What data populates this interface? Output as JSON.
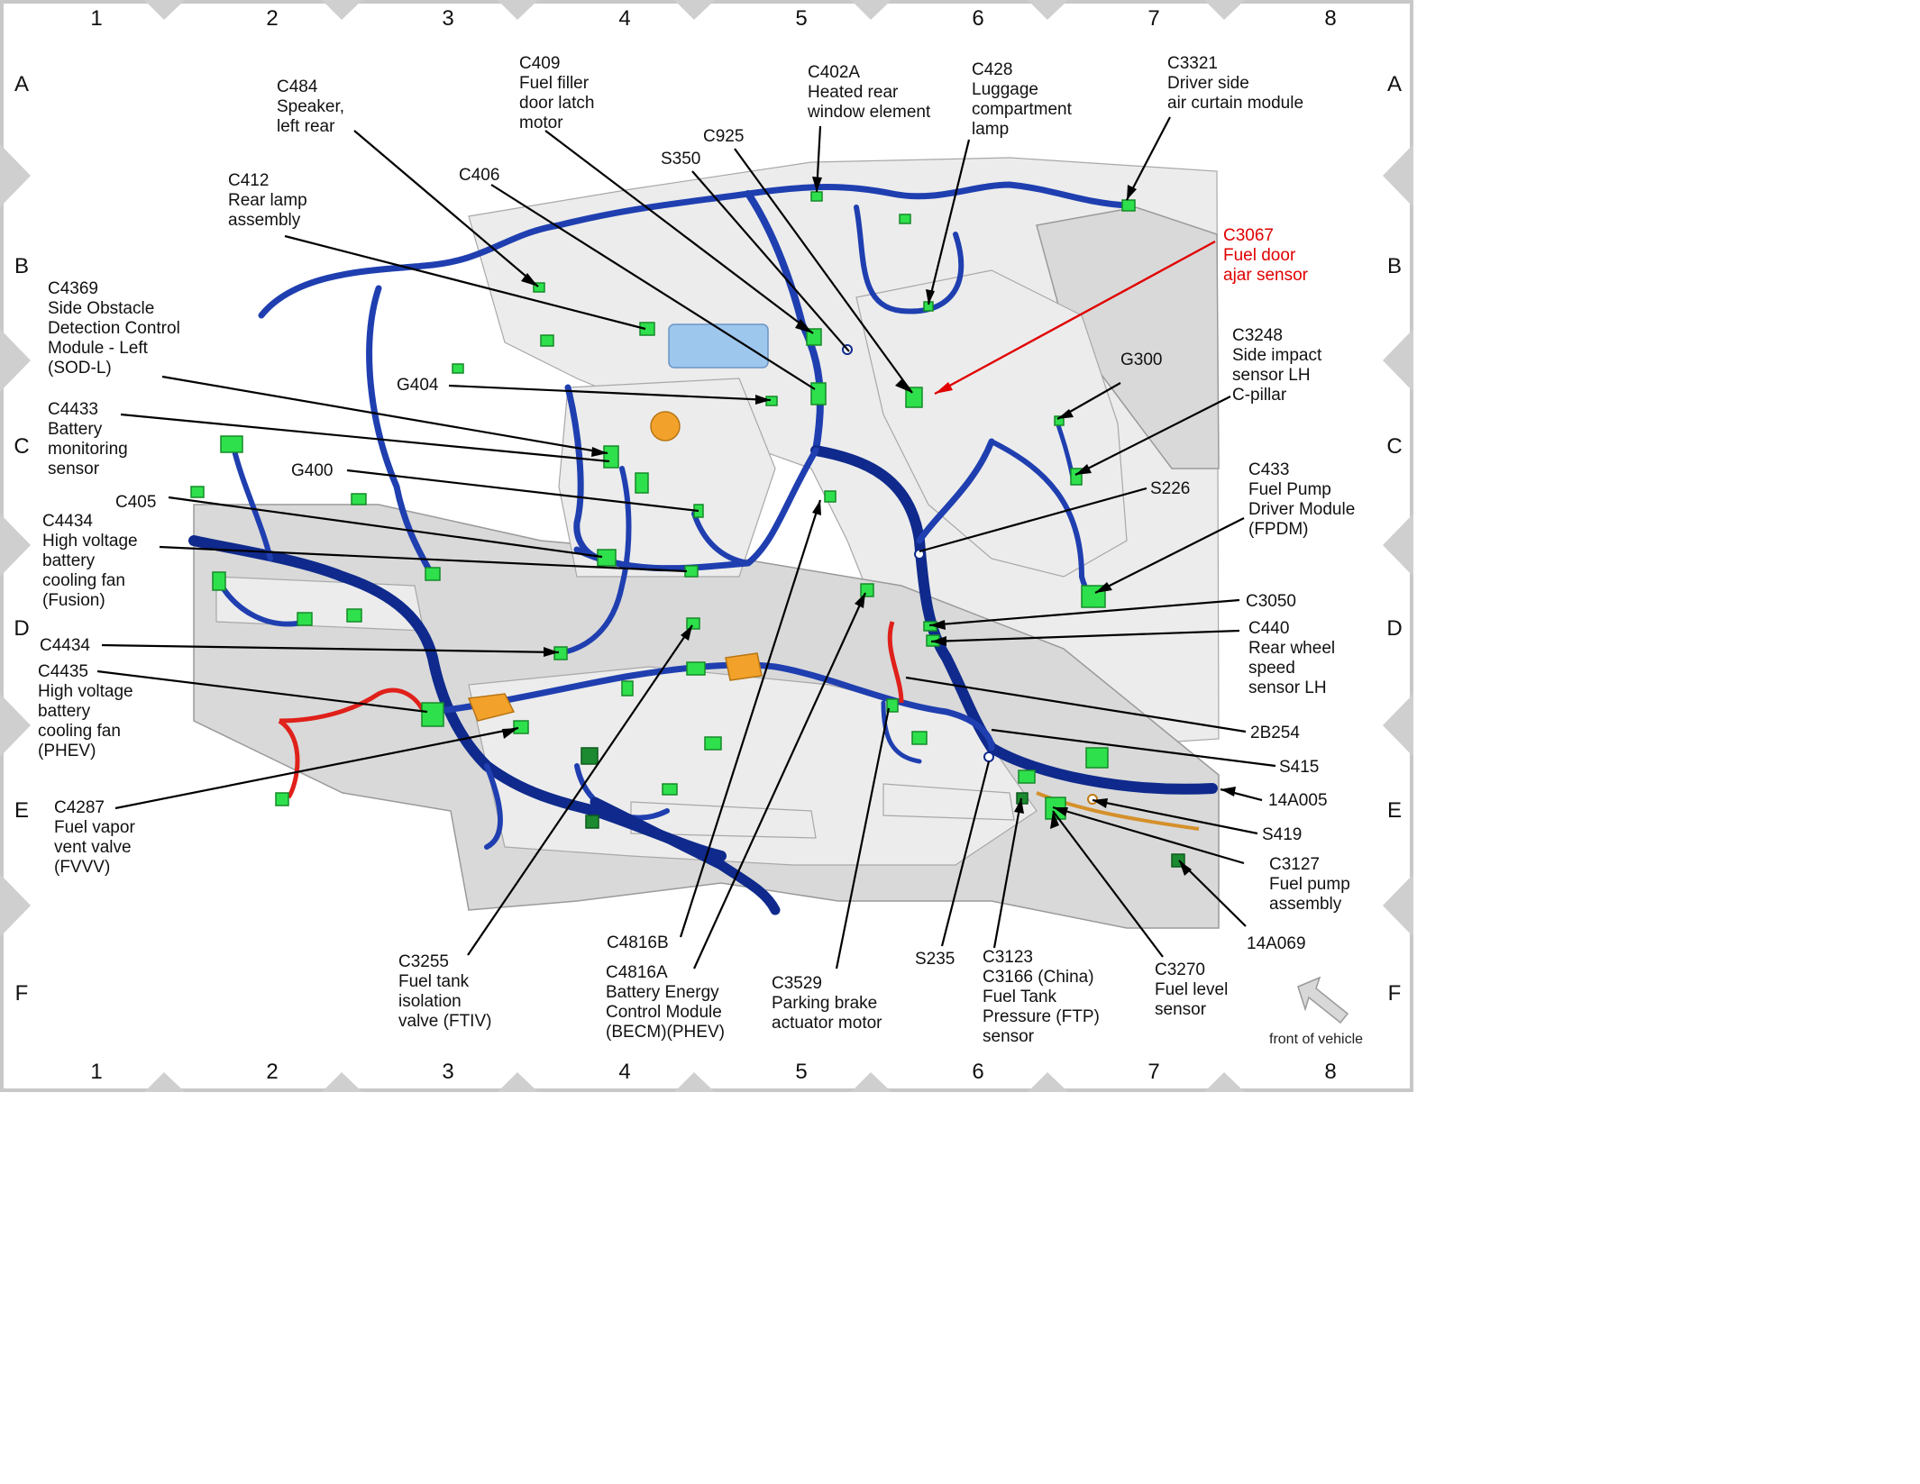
{
  "grid": {
    "columns": [
      "1",
      "2",
      "3",
      "4",
      "5",
      "6",
      "7",
      "8"
    ],
    "rows": [
      "A",
      "B",
      "C",
      "D",
      "E",
      "F"
    ]
  },
  "callouts": {
    "c484": [
      "C484",
      "Speaker,",
      "left rear"
    ],
    "c409": [
      "C409",
      "Fuel filler",
      "door latch",
      "motor"
    ],
    "c402a": [
      "C402A",
      "Heated rear",
      "window element"
    ],
    "c428": [
      "C428",
      "Luggage",
      "compartment",
      "lamp"
    ],
    "c3321": [
      "C3321",
      "Driver side",
      "air curtain module"
    ],
    "c925": [
      "C925"
    ],
    "s350": [
      "S350"
    ],
    "c406": [
      "C406"
    ],
    "c412": [
      "C412",
      "Rear lamp",
      "assembly"
    ],
    "c3067": [
      "C3067",
      "Fuel door",
      "ajar sensor"
    ],
    "c4369": [
      "C4369",
      "Side Obstacle",
      "Detection Control",
      "Module - Left",
      "(SOD-L)"
    ],
    "g404": [
      "G404"
    ],
    "g300": [
      "G300"
    ],
    "c3248": [
      "C3248",
      "Side impact",
      "sensor LH",
      "C-pillar"
    ],
    "c4433": [
      "C4433",
      "Battery",
      "monitoring",
      "sensor"
    ],
    "g400": [
      "G400"
    ],
    "s226": [
      "S226"
    ],
    "c433": [
      "C433",
      "Fuel Pump",
      "Driver Module",
      "(FPDM)"
    ],
    "c405": [
      "C405"
    ],
    "c4434a": [
      "C4434",
      "High voltage",
      "battery",
      "cooling fan",
      "(Fusion)"
    ],
    "c3050": [
      "C3050"
    ],
    "c440": [
      "C440",
      "Rear wheel",
      "speed",
      "sensor LH"
    ],
    "c4434b": [
      "C4434"
    ],
    "c4435": [
      "C4435",
      "High voltage",
      "battery",
      "cooling fan",
      "(PHEV)"
    ],
    "b2b254": [
      "2B254"
    ],
    "s415": [
      "S415"
    ],
    "a14a005": [
      "14A005"
    ],
    "c4287": [
      "C4287",
      "Fuel vapor",
      "vent valve",
      "(FVVV)"
    ],
    "s419": [
      "S419"
    ],
    "c3127": [
      "C3127",
      "Fuel pump",
      "assembly"
    ],
    "a14a069": [
      "14A069"
    ],
    "c3255": [
      "C3255",
      "Fuel tank",
      "isolation",
      "valve (FTIV)"
    ],
    "c4816b": [
      "C4816B"
    ],
    "c4816a": [
      "C4816A",
      "Battery Energy",
      "Control Module",
      "(BECM)(PHEV)"
    ],
    "c3529": [
      "C3529",
      "Parking brake",
      "actuator motor"
    ],
    "s235": [
      "S235"
    ],
    "c3123": [
      "C3123",
      "C3166 (China)",
      "Fuel Tank",
      "Pressure (FTP)",
      "sensor"
    ],
    "c3270": [
      "C3270",
      "Fuel level",
      "sensor"
    ]
  },
  "orientation": {
    "label": "front of vehicle",
    "icon": "arrow-icon"
  },
  "colors": {
    "harness": "#1f3fb0",
    "connector": "#2ee04c",
    "highlight": "#e00000",
    "frame": "#c8c8c8"
  }
}
